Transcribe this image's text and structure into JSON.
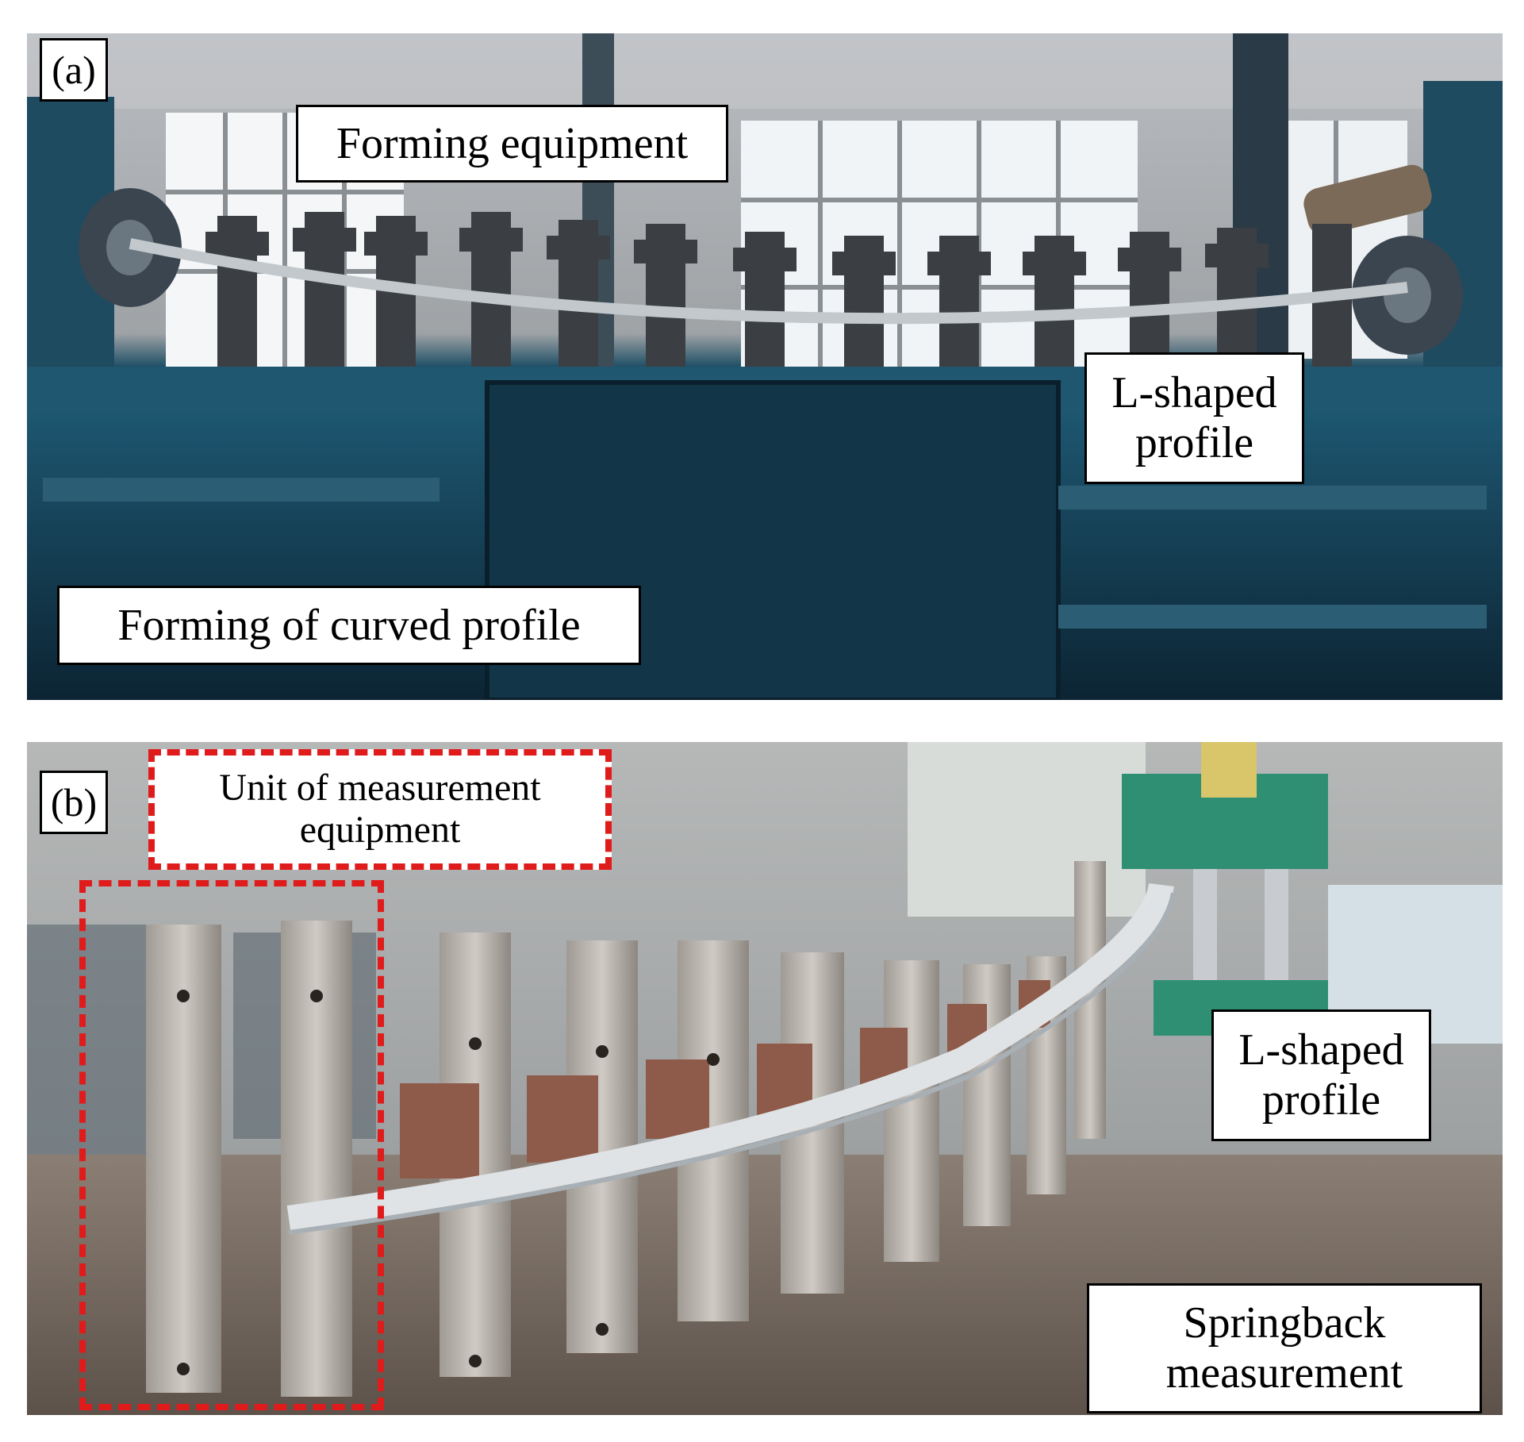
{
  "panel_a": {
    "tag": "(a)",
    "labels": {
      "forming_equipment": "Forming equipment",
      "l_shaped_profile": "L-shaped\nprofile",
      "forming_curved_profile": "Forming of curved profile"
    }
  },
  "panel_b": {
    "tag": "(b)",
    "labels": {
      "unit_measurement": "Unit of measurement\nequipment",
      "l_shaped_profile": "L-shaped\nprofile",
      "springback_measurement": "Springback\nmeasurement"
    }
  },
  "colors": {
    "highlight_dash": "#e01b1b",
    "label_bg": "#ffffff",
    "label_border": "#000000"
  }
}
